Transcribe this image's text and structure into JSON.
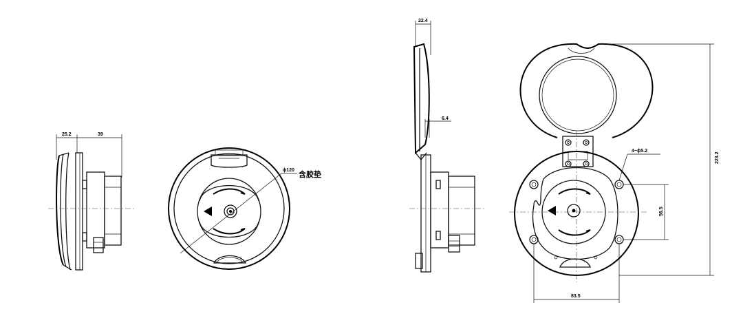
{
  "dimensions": {
    "side_depth": "25.2",
    "side_width": "39",
    "front_diameter": "ϕ120",
    "gasket_label": "含胶垫",
    "open_lid_depth": "22.4",
    "lid_thickness": "6.4",
    "mount_holes": "4−ϕ5.2",
    "overall_height": "223.2",
    "hole_spacing_v": "56.5",
    "hole_spacing_h": "83.5"
  }
}
